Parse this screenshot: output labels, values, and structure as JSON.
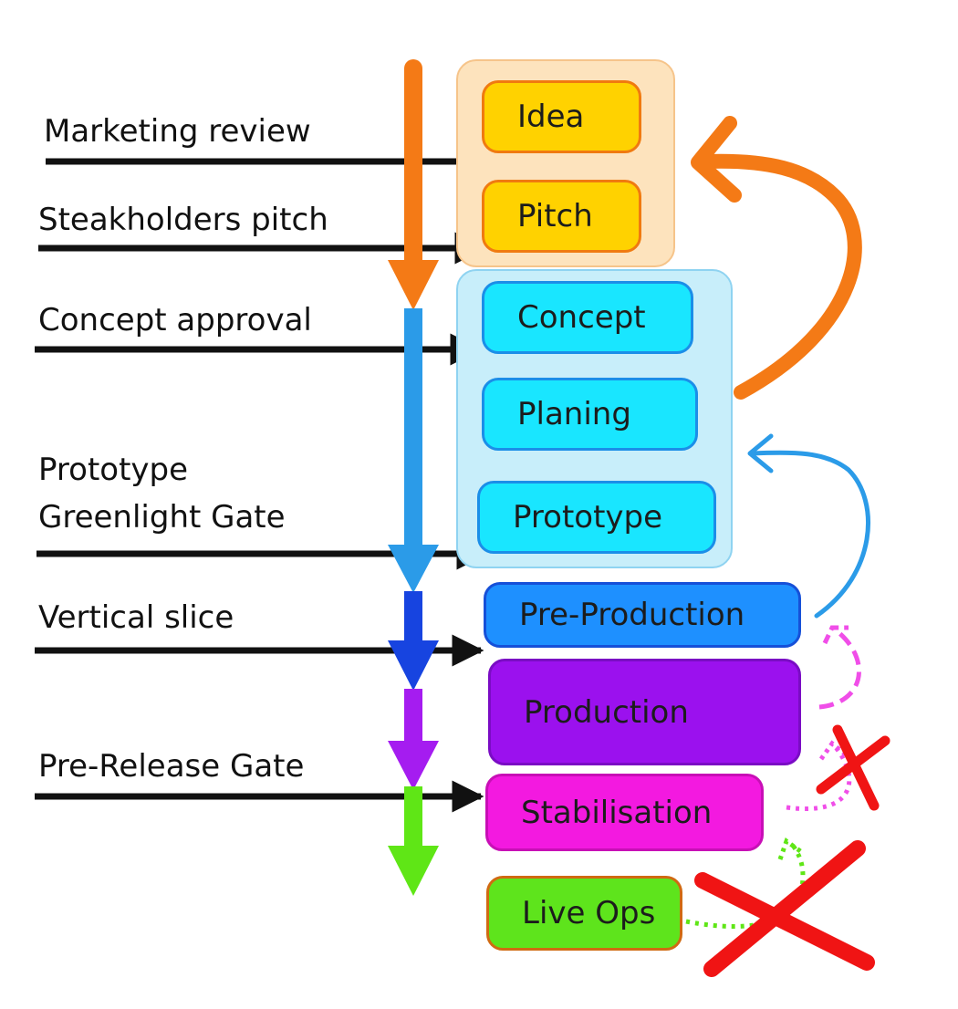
{
  "gates": [
    {
      "id": "marketing",
      "text": "Marketing review"
    },
    {
      "id": "steakholders",
      "text": "Steakholders pitch"
    },
    {
      "id": "concept",
      "text": "Concept approval"
    },
    {
      "id": "prototype_l1",
      "text": "Prototype"
    },
    {
      "id": "prototype_l2",
      "text": "Greenlight Gate"
    },
    {
      "id": "vertical",
      "text": "Vertical slice"
    },
    {
      "id": "prerelease",
      "text": "Pre-Release Gate"
    }
  ],
  "stages": [
    {
      "id": "idea",
      "text": "Idea",
      "fill": "#ffd200",
      "border": "#f07a10"
    },
    {
      "id": "pitch",
      "text": "Pitch",
      "fill": "#ffd200",
      "border": "#f07a10"
    },
    {
      "id": "concept",
      "text": "Concept",
      "fill": "#19e6ff",
      "border": "#1b8ee8"
    },
    {
      "id": "planing",
      "text": "Planing",
      "fill": "#19e6ff",
      "border": "#1b8ee8"
    },
    {
      "id": "prototype",
      "text": "Prototype",
      "fill": "#19e6ff",
      "border": "#1b8ee8"
    },
    {
      "id": "preproduction",
      "text": "Pre-Production",
      "fill": "#1e90ff",
      "border": "#1650d8"
    },
    {
      "id": "production",
      "text": "Production",
      "fill": "#9b11ee",
      "border": "#7a0cc4"
    },
    {
      "id": "stabilisation",
      "text": "Stabilisation",
      "fill": "#f319e0",
      "border": "#c80fb6"
    },
    {
      "id": "liveops",
      "text": "Live Ops",
      "fill": "#5ee41c",
      "border": "#d06a12"
    }
  ],
  "colors": {
    "orange": "#f47a16",
    "lightblue": "#2b9be8",
    "blue": "#1744e0",
    "purple": "#a51cf0",
    "green": "#5fe616",
    "magenta": "#f04ee8",
    "red": "#f01414",
    "black": "#111111",
    "group_orange_fill": "#fde3bd",
    "group_orange_border": "#f6c48a",
    "group_blue_fill": "#c8eefa",
    "group_blue_border": "#8fd3f1"
  }
}
